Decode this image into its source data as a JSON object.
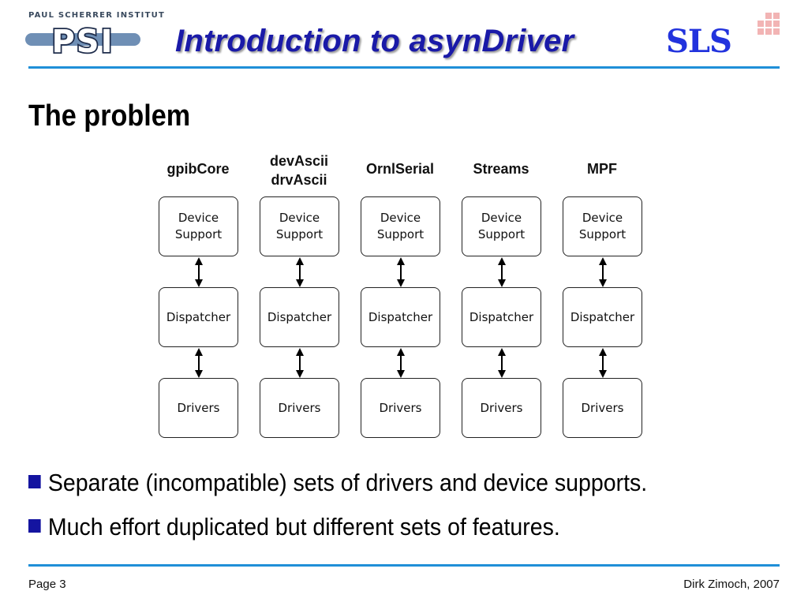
{
  "header": {
    "institute": "PAUL SCHERRER INSTITUT",
    "psi_logo_text": "PSI",
    "title": "Introduction to asynDriver",
    "sls_logo_text": "SLS"
  },
  "slide": {
    "heading": "The problem"
  },
  "diagram": {
    "columns": [
      {
        "label": "gpibCore",
        "boxes": [
          "Device\nSupport",
          "Dispatcher",
          "Drivers"
        ]
      },
      {
        "label": "devAscii\ndrvAscii",
        "boxes": [
          "Device\nSupport",
          "Dispatcher",
          "Drivers"
        ]
      },
      {
        "label": "OrnlSerial",
        "boxes": [
          "Device\nSupport",
          "Dispatcher",
          "Drivers"
        ]
      },
      {
        "label": "Streams",
        "boxes": [
          "Device\nSupport",
          "Dispatcher",
          "Drivers"
        ]
      },
      {
        "label": "MPF",
        "boxes": [
          "Device\nSupport",
          "Dispatcher",
          "Drivers"
        ]
      }
    ]
  },
  "bullets": [
    "Separate (incompatible) sets of drivers and device supports.",
    "Much effort duplicated but different sets of features."
  ],
  "footer": {
    "page": "Page 3",
    "author": "Dirk Zimoch, 2007"
  },
  "colors": {
    "title": "#1a1aa8",
    "rule": "#1f8fd8",
    "bullet": "#1414a0",
    "sls_cross": "#f2b4b4"
  }
}
